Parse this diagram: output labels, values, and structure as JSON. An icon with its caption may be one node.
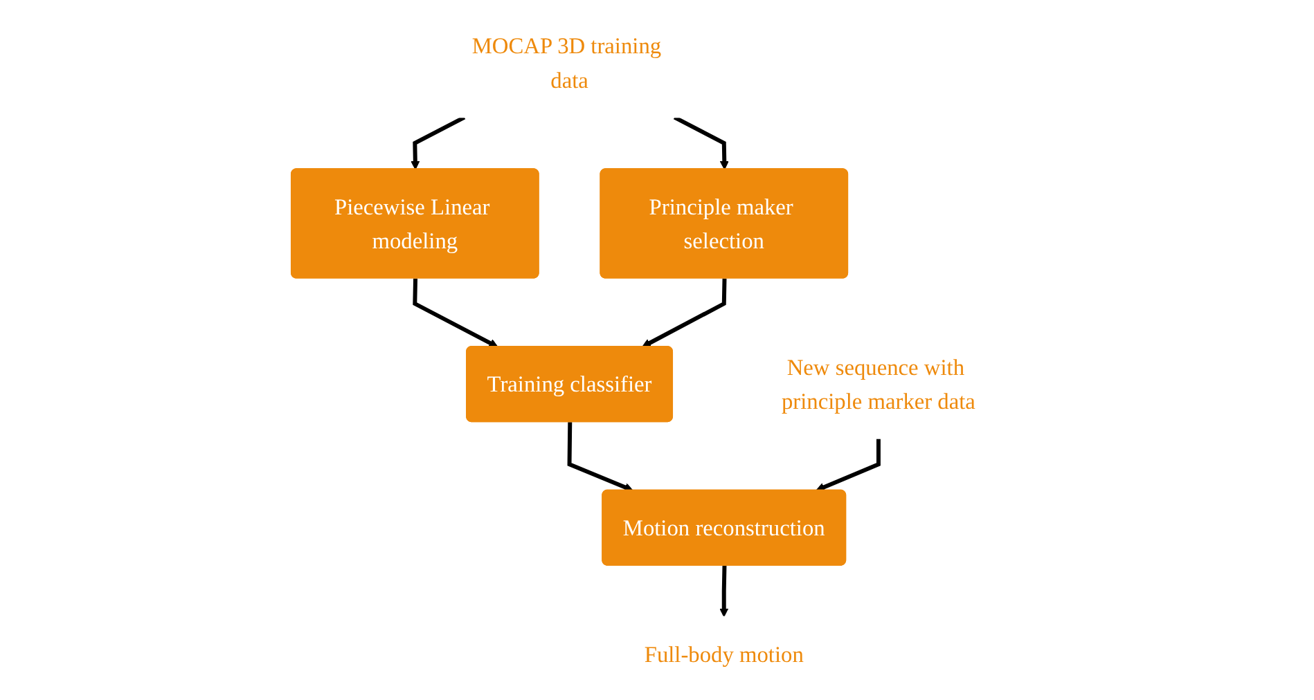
{
  "diagram": {
    "nodes": [
      {
        "text": [
          "Piecewise Linear modeling"
        ]
      },
      {
        "text": [
          "MOCAP 3D training data"
        ]
      },
      {
        "text": [
          "Principle maker selection"
        ]
      },
      {
        "text": [
          "Training classifier"
        ]
      },
      {
        "text": [
          "New sequence with principle marker data"
        ]
      },
      {
        "text": [
          "Motion reconstruction"
        ]
      },
      {
        "text": [
          "Full-body motion"
        ]
      }
    ],
    "edges": [
      {
        "from": 1,
        "to": 0,
        "arrow": "to"
      },
      {
        "from": 1,
        "to": 2,
        "arrow": "to"
      },
      {
        "from": 0,
        "to": 3,
        "arrow": "to"
      },
      {
        "from": 2,
        "to": 3,
        "arrow": "to"
      },
      {
        "from": 3,
        "to": 5,
        "arrow": "to"
      },
      {
        "from": 4,
        "to": 5,
        "arrow": "to"
      },
      {
        "from": 5,
        "to": 6,
        "arrow": "to"
      }
    ]
  }
}
